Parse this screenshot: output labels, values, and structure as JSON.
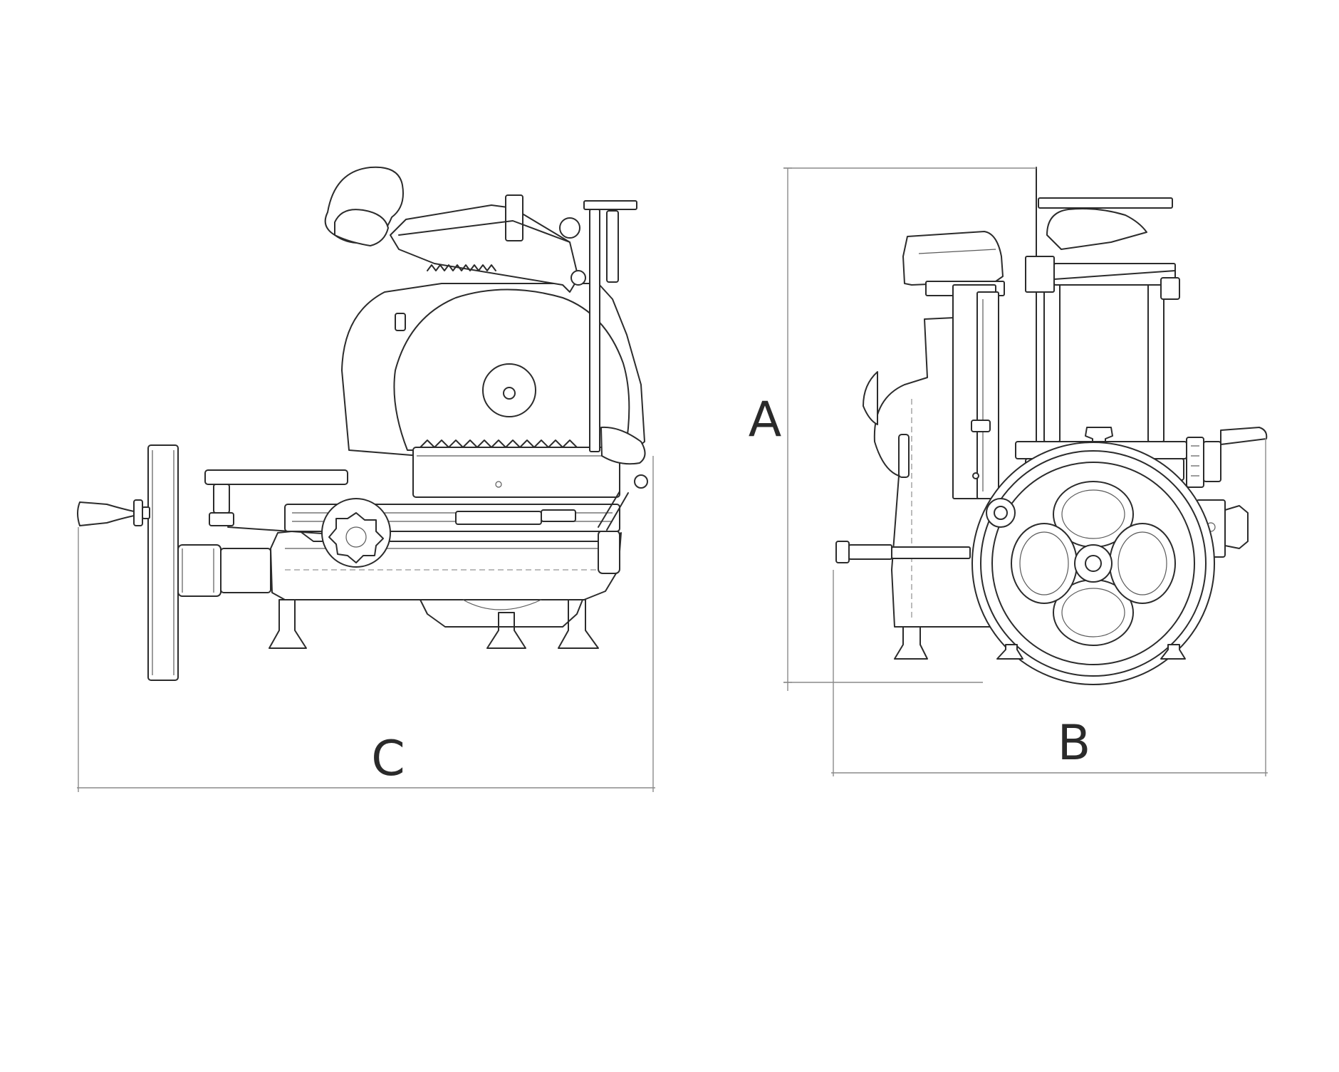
{
  "dimension_labels": {
    "height": "A",
    "width": "B",
    "length": "C"
  },
  "colors": {
    "line": "#2b2b2b",
    "dimension_line": "#8a8a8a",
    "background": "#ffffff"
  }
}
